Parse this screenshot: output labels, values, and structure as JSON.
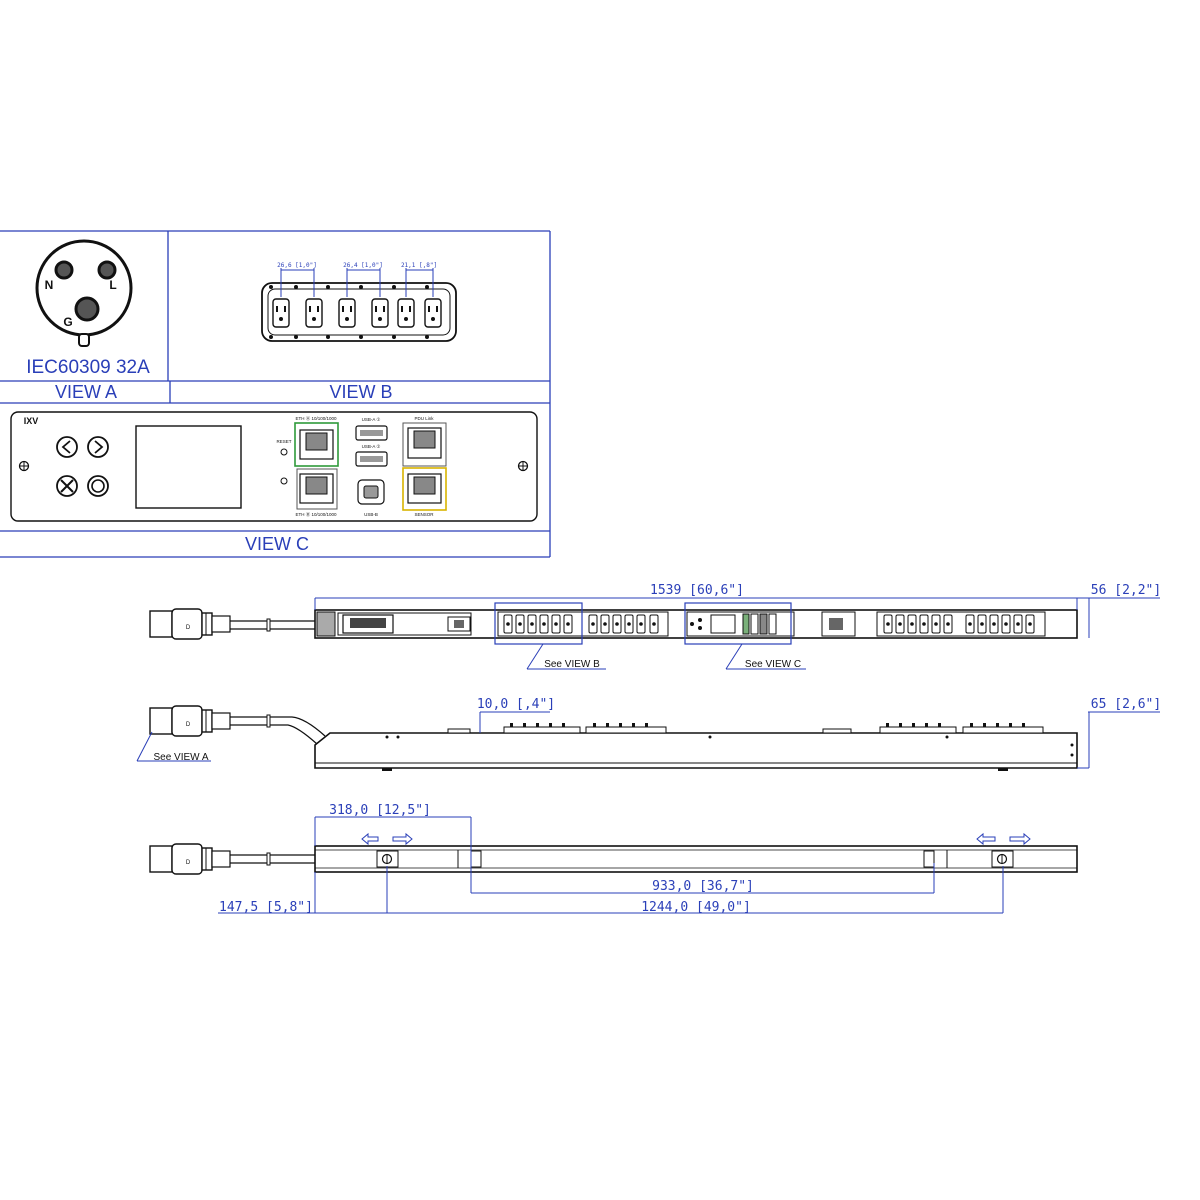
{
  "panel": {
    "view_a_label": "VIEW A",
    "view_b_label": "VIEW B",
    "view_c_label": "VIEW C",
    "plug_type": "IEC60309 32A",
    "pin_n": "N",
    "pin_l": "L",
    "pin_g": "G"
  },
  "view_b": {
    "spacing_1": "26,6 [1,0\"]",
    "spacing_2": "26,4 [1,0\"]",
    "spacing_3": "21,1 [,8\"]"
  },
  "view_c": {
    "logo": "IXV",
    "reset_label": "RESET",
    "eth_top": "ETH Ⓐ 10/100/1000",
    "eth_bottom": "ETH Ⓑ 10/100/1000",
    "usb_a1": "USB-A ①",
    "usb_a2": "USB-A ②",
    "usb_b": "USB-B",
    "pdu_link": "PDU Link",
    "sensor": "SENSOR",
    "colors": {
      "eth_highlight": "#2e9a3a",
      "sensor_highlight": "#d8b400"
    }
  },
  "front_view": {
    "length_dim": "1539  [60,6\"]",
    "width_dim": "56  [2,2\"]",
    "callout_b": "See VIEW B",
    "callout_c": "See VIEW C",
    "plug_marker": "D"
  },
  "side_view": {
    "offset_dim": "10,0  [,4\"]",
    "depth_dim": "65  [2,6\"]",
    "callout_a": "See VIEW A",
    "plug_marker": "D"
  },
  "rear_view": {
    "dim_318": "318,0  [12,5\"]",
    "dim_933": "933,0  [36,7\"]",
    "dim_147": "147,5  [5,8\"]",
    "dim_1244": "1244,0  [49,0\"]",
    "plug_marker": "D"
  },
  "colors": {
    "annotation": "#2a3fb8",
    "linework": "#111111"
  }
}
